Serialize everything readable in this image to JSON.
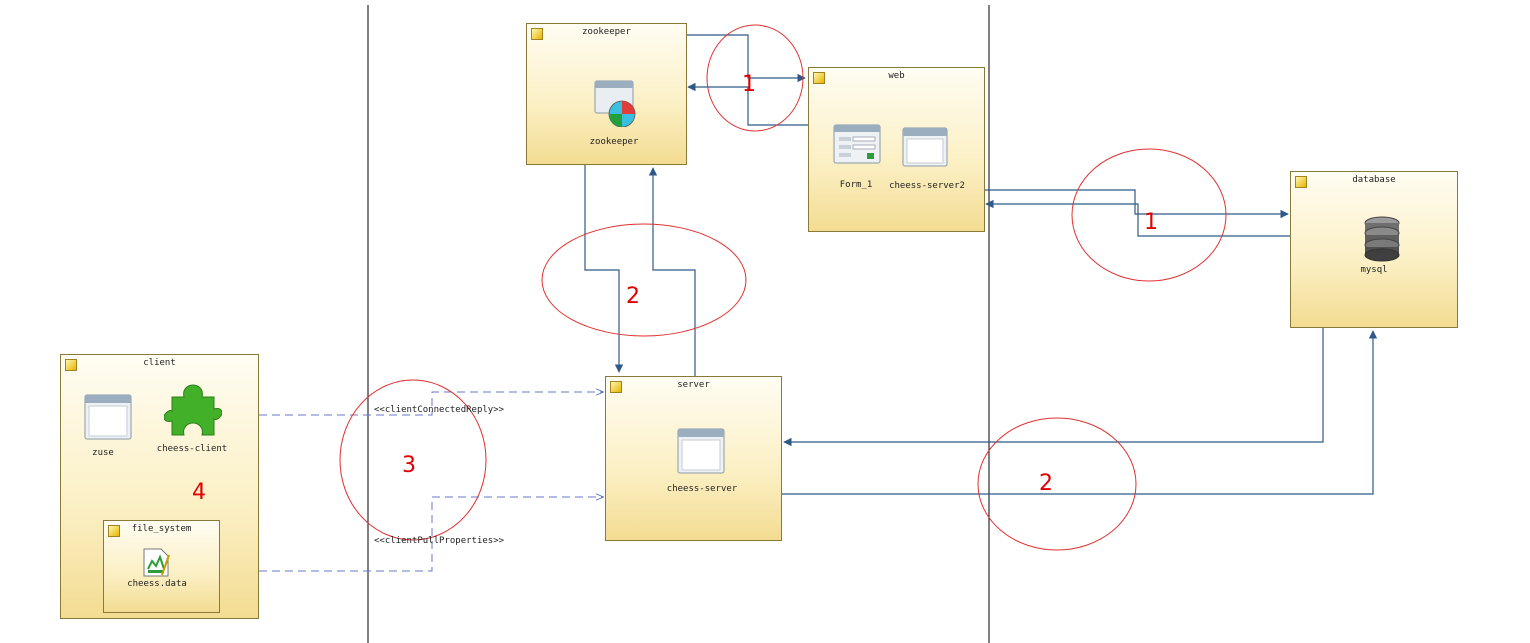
{
  "colors": {
    "connector": "#2f5a86",
    "dependency": "#6a78c8",
    "annotation": "#e00000",
    "swimlane": "#000000"
  },
  "nodes": {
    "zookeeper": {
      "title": "zookeeper",
      "components": {
        "zookeeper": {
          "label": "zookeeper",
          "icon": "pie-chart-window-icon"
        }
      }
    },
    "web": {
      "title": "web",
      "components": {
        "form": {
          "label": "Form_1",
          "icon": "form-window-icon"
        },
        "server2": {
          "label": "cheess-server2",
          "icon": "window-icon"
        }
      }
    },
    "database": {
      "title": "database",
      "components": {
        "mysql": {
          "label": "mysql",
          "icon": "database-icon"
        }
      }
    },
    "client": {
      "title": "client",
      "components": {
        "zuse": {
          "label": "zuse",
          "icon": "window-icon"
        },
        "cheess_client": {
          "label": "cheess-client",
          "icon": "puzzle-piece-icon"
        }
      }
    },
    "file_system": {
      "title": "file_system",
      "components": {
        "data": {
          "label": "cheess.data",
          "icon": "file-chart-icon"
        }
      }
    },
    "server": {
      "title": "server",
      "components": {
        "cheess_server": {
          "label": "cheess-server",
          "icon": "window-icon"
        }
      }
    }
  },
  "dependencies": {
    "connected_reply": "<<clientConnectedReply>>",
    "pull_properties": "<<clientPullProperties>>"
  },
  "annotations": [
    "1",
    "1",
    "2",
    "2",
    "3",
    "4"
  ]
}
